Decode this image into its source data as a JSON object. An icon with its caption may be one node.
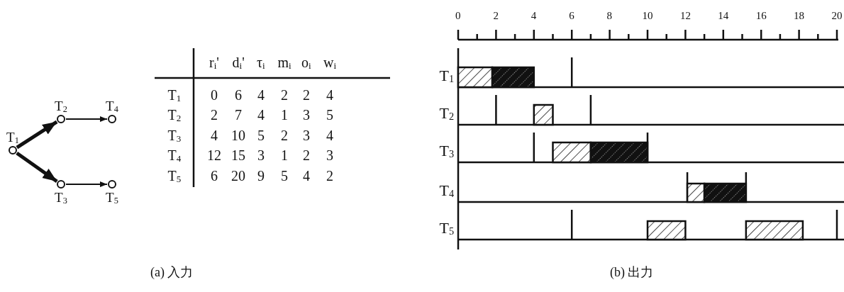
{
  "diagram": {
    "nodes": [
      {
        "text": [
          "T$_{1}$"
        ]
      },
      {
        "text": [
          "T$_{2}$"
        ]
      },
      {
        "text": [
          "T$_{3}$"
        ]
      },
      {
        "text": [
          "T$_{4}$"
        ]
      },
      {
        "text": [
          "T$_{5}$"
        ]
      }
    ],
    "edges": [
      {
        "from": 0,
        "to": 1,
        "arrow": "to",
        "style": "thick"
      },
      {
        "from": 0,
        "to": 2,
        "arrow": "to",
        "style": "thick"
      },
      {
        "from": 1,
        "to": 3,
        "arrow": "to"
      },
      {
        "from": 2,
        "to": 4,
        "arrow": "to"
      }
    ],
    "labels": [
      "r$_{i}$'",
      "d$_{i}$'",
      "τ$_{i}$",
      "m$_{i}$",
      "o$_{i}$",
      "w$_{i}$",
      "T$_{1}$",
      "0",
      "6",
      "4",
      "2",
      "2",
      "4",
      "T$_{2}$",
      "2",
      "7",
      "4",
      "1",
      "3",
      "5",
      "T$_{3}$",
      "4",
      "10",
      "5",
      "2",
      "3",
      "4",
      "T$_{4}$",
      "12",
      "15",
      "3",
      "1",
      "2",
      "3",
      "T$_{5}$",
      "6",
      "20",
      "9",
      "5",
      "4",
      "2",
      "0",
      "2",
      "4",
      "6",
      "8",
      "10",
      "12",
      "14",
      "16",
      "18",
      "20",
      "T$_{1}$",
      "T$_{2}$",
      "T$_{3}$",
      "T$_{4}$",
      "T$_{5}$",
      "(a) 入力",
      "(b) 出力"
    ]
  }
}
